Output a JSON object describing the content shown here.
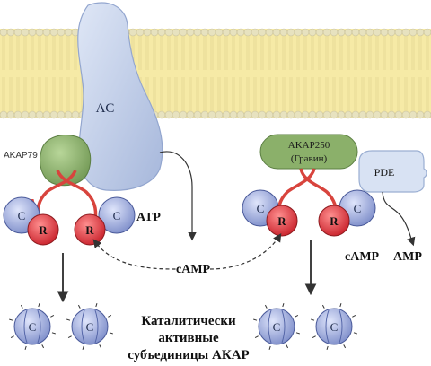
{
  "labels": {
    "ac": "AC",
    "akap79": "AKAP79",
    "akap250_line1": "AKAP250",
    "akap250_line2": "(Гравин)",
    "pde": "PDE",
    "atp": "ATP",
    "camp_center": "cAMP",
    "camp_right": "cAMP",
    "amp": "AMP",
    "caption_line1": "Каталитически",
    "caption_line2": "активные",
    "caption_line3": "субъединицы АКАР",
    "c": "C",
    "r": "R"
  },
  "colors": {
    "membrane_fill": "#f6eaa6",
    "membrane_head": "#e7e2bf",
    "ac_fill": "#c3d0e8",
    "akap_green": "#8bb06a",
    "r_red": "#e03b3c",
    "c_blue": "#9aa8dc",
    "tether": "#d8443d",
    "pde_fill": "#d8e2f3"
  }
}
